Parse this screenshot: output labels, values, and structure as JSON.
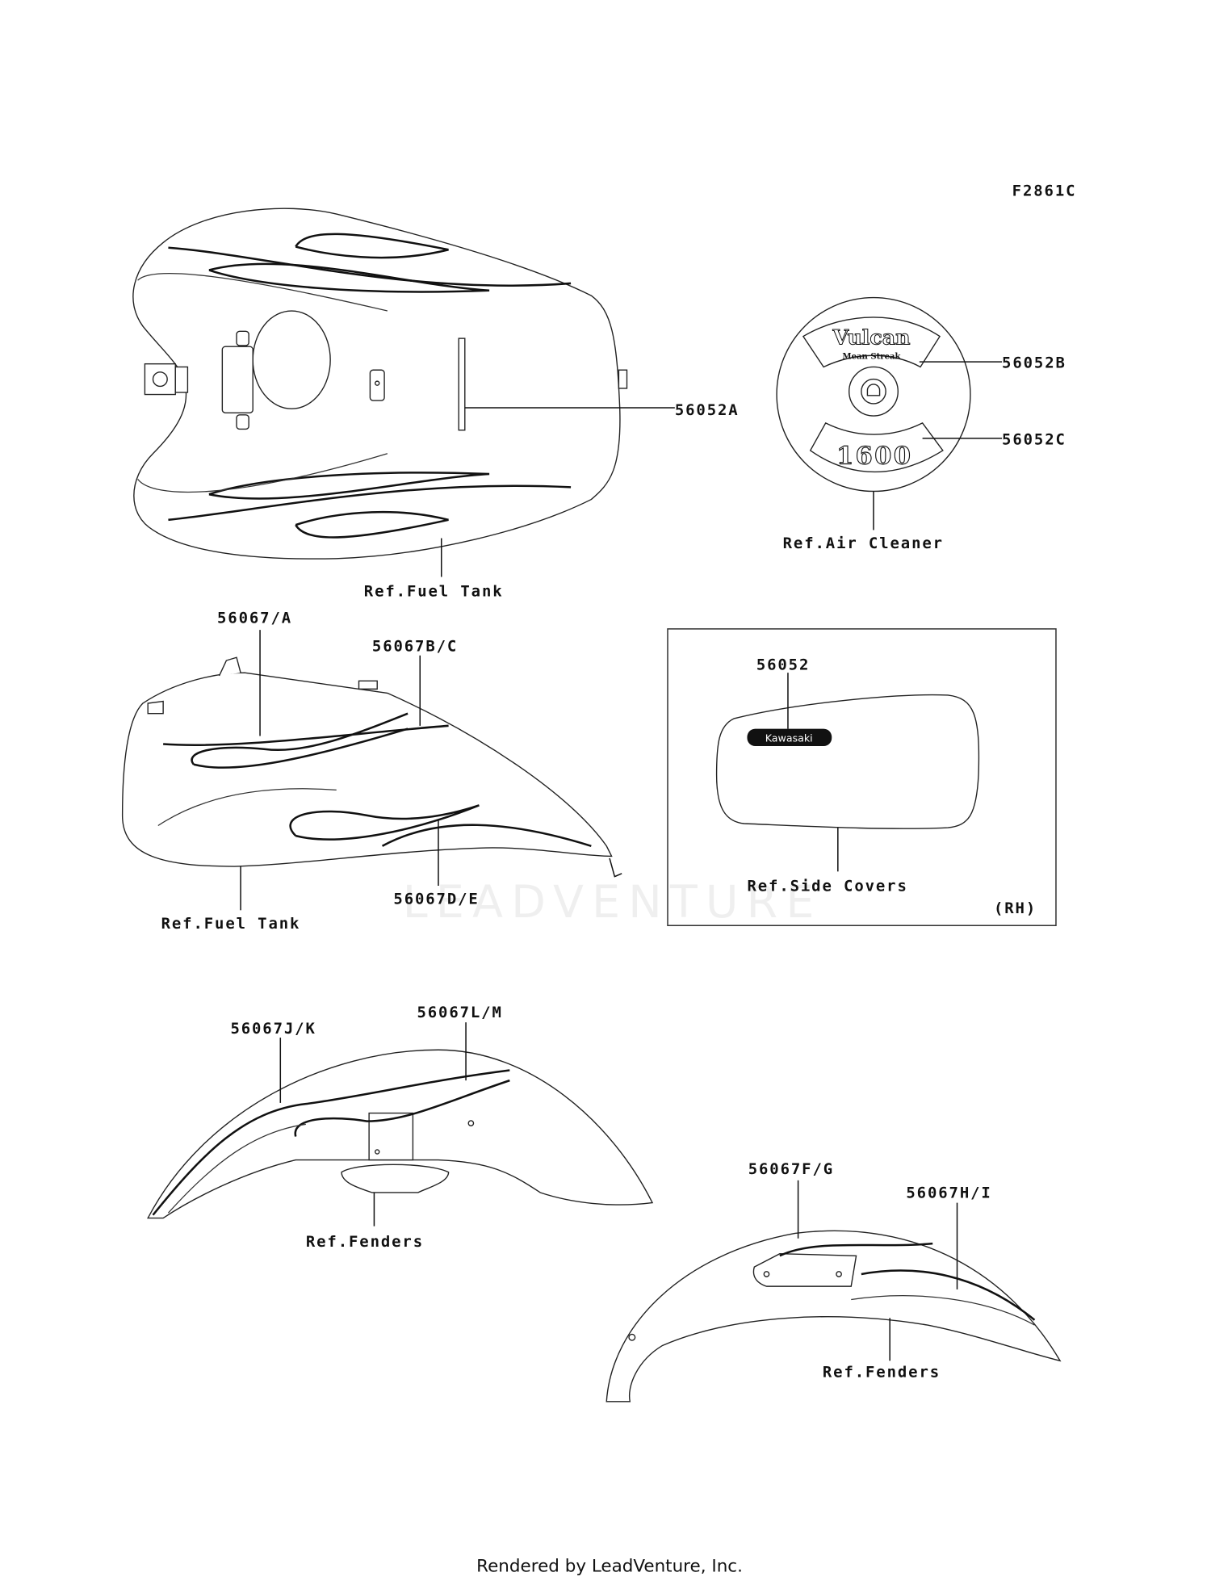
{
  "figure_id": "F2861C",
  "watermark": "LEADVENTURE",
  "footer": "Rendered by LeadVenture, Inc.",
  "callouts": {
    "tank_top_decal": "56052A",
    "air_cleaner_upper": "56052B",
    "air_cleaner_lower": "56052C",
    "side_cover_emblem": "56052",
    "tank_side_a": "56067/A",
    "tank_side_bc": "56067B/C",
    "tank_side_de": "56067D/E",
    "front_fender_jk": "56067J/K",
    "front_fender_lm": "56067L/M",
    "rear_fender_fg": "56067F/G",
    "rear_fender_hi": "56067H/I"
  },
  "refs": {
    "fuel_tank_top": "Ref.Fuel Tank",
    "air_cleaner": "Ref.Air Cleaner",
    "fuel_tank_side": "Ref.Fuel Tank",
    "side_covers": "Ref.Side Covers",
    "side_covers_side": "(RH)",
    "front_fender": "Ref.Fenders",
    "rear_fender": "Ref.Fenders"
  },
  "artwork_text": {
    "air_cleaner_logo": "Vulcan",
    "air_cleaner_sub": "Mean Streak",
    "air_cleaner_size": "1600",
    "side_cover_badge": "Kawasaki"
  }
}
